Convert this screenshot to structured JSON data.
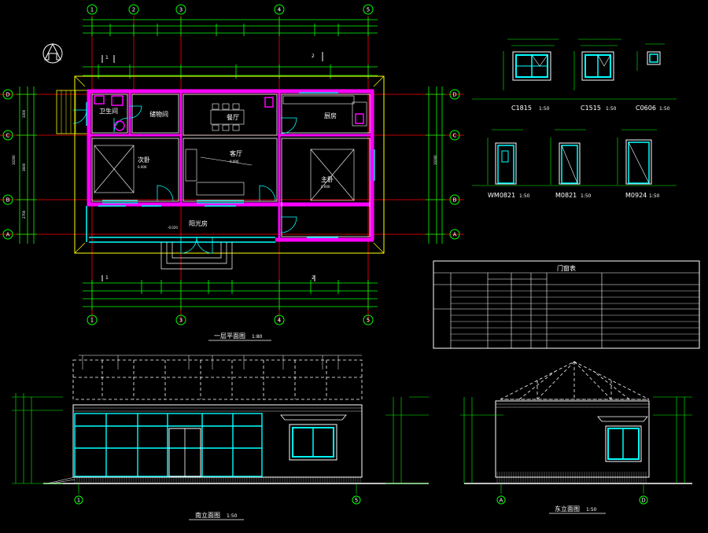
{
  "colors": {
    "background": "#000000",
    "wall": "#ff00ff",
    "window": "#00ffff",
    "dimension": "#00ff00",
    "grid": "#ff0000",
    "outline": "#ffffff",
    "eave": "#ffff00"
  },
  "plan": {
    "title": "一层平面图",
    "scale": "1:80",
    "axes_top": [
      "1",
      "2",
      "3",
      "4",
      "5"
    ],
    "axes_side": [
      "D",
      "C",
      "B",
      "A"
    ],
    "axes_bottom": [
      "1",
      "3",
      "4",
      "5"
    ],
    "rooms": {
      "bathroom": "卫生间",
      "storage": "储物间",
      "dining": "餐厅",
      "kitchen": "厨房",
      "bedroom": "次卧",
      "living": "客厅",
      "master": "主卧",
      "sunroom": "阳光房"
    },
    "north_arrow": "north-arrow"
  },
  "window_details": [
    {
      "code": "C1815",
      "scale": "1:50"
    },
    {
      "code": "C1515",
      "scale": "1:50"
    },
    {
      "code": "C0606",
      "scale": "1:50"
    }
  ],
  "door_details": [
    {
      "code": "WM0821",
      "scale": "1:50"
    },
    {
      "code": "M0821",
      "scale": "1:50"
    },
    {
      "code": "M0924",
      "scale": "1:50"
    }
  ],
  "schedule": {
    "title": "门窗表"
  },
  "south_elevation": {
    "title": "南立面图",
    "scale": "1:50",
    "axes": [
      "1",
      "5"
    ]
  },
  "east_elevation": {
    "title": "东立面图",
    "scale": "1:50",
    "axes": [
      "A",
      "D"
    ]
  }
}
